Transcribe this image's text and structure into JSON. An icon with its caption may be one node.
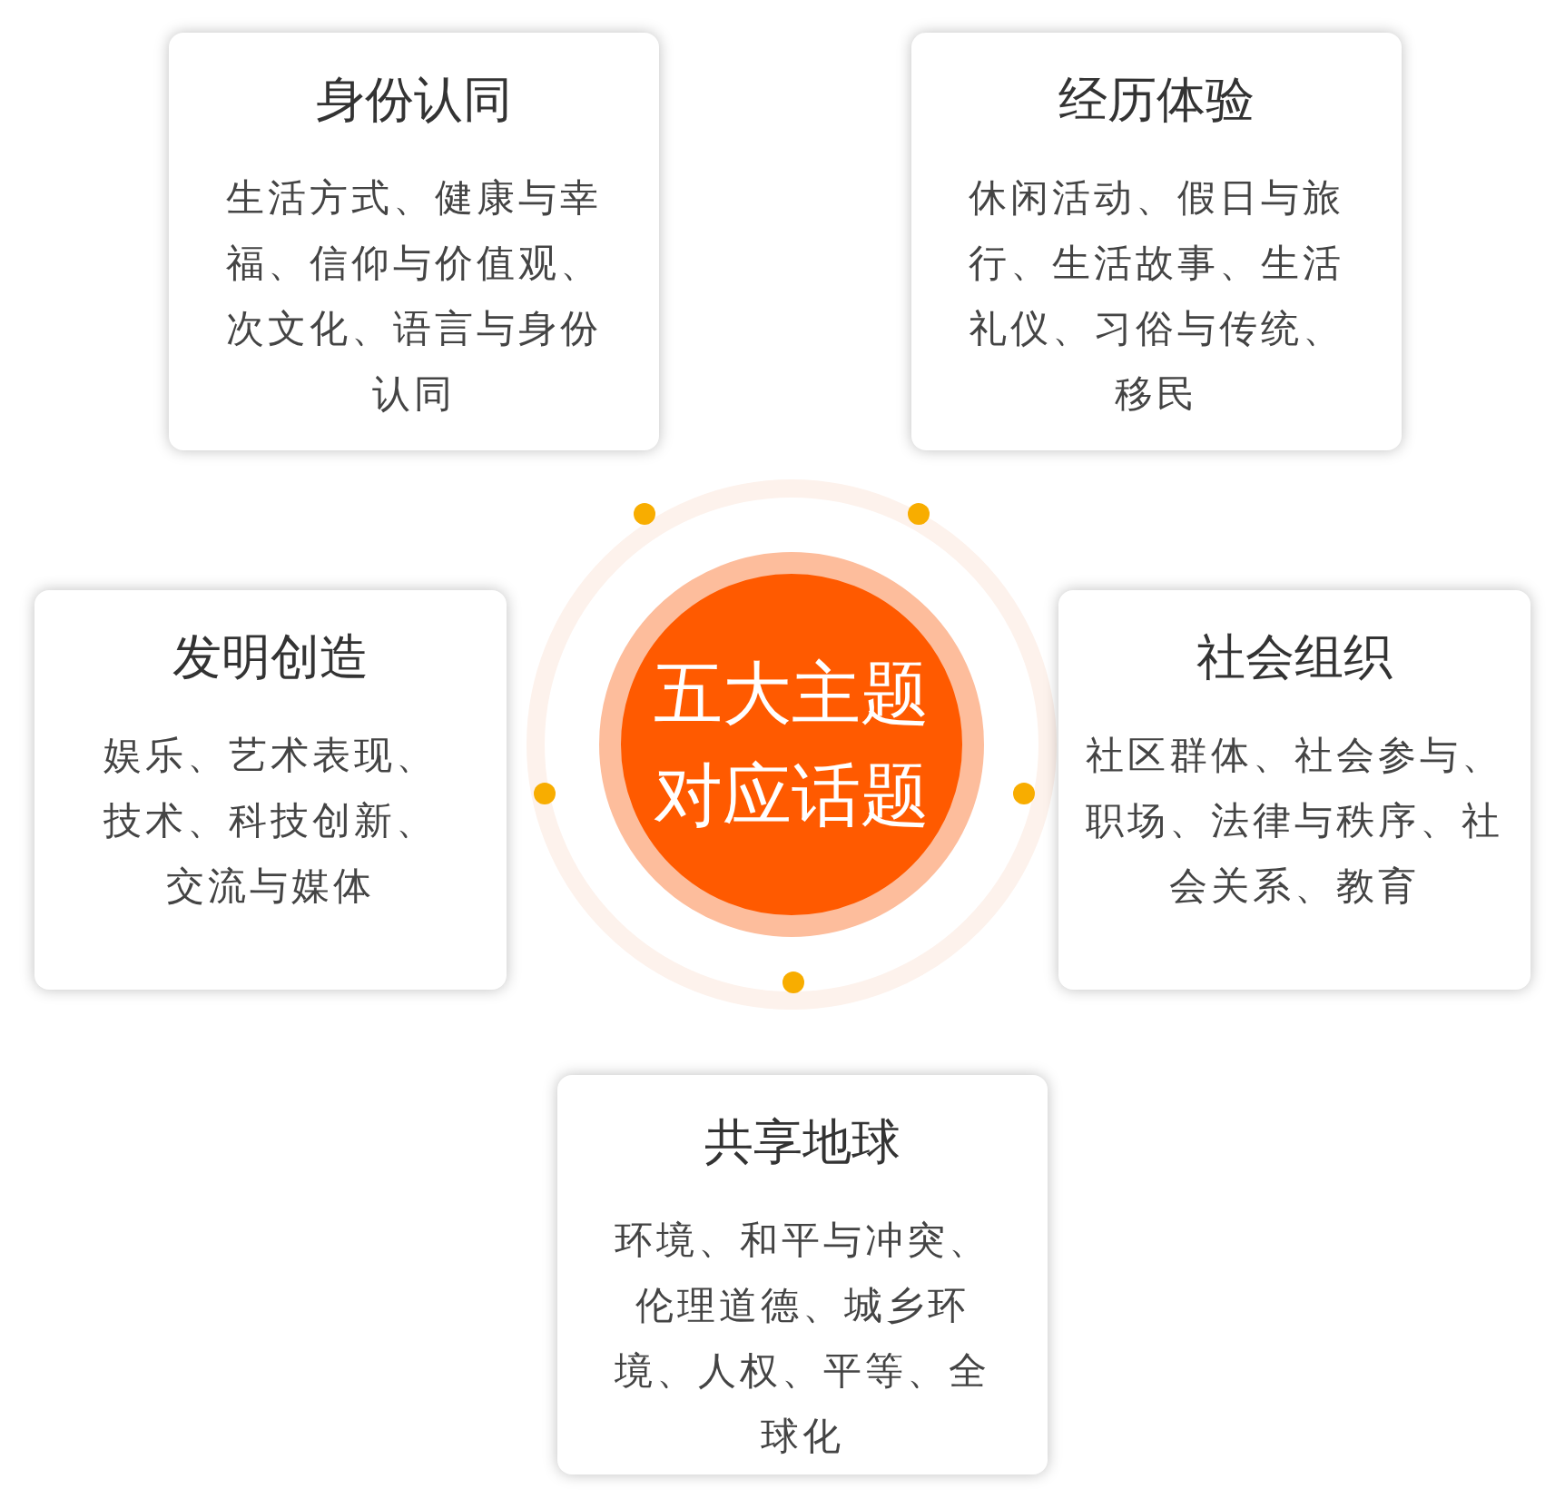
{
  "diagram": {
    "nodes": [
      {
        "text": [
          "五大主题对应话题"
        ]
      },
      {
        "text": [
          "身份认同",
          "生活方式、健康与幸福、信仰与价值观、次文化、语言与身份认同"
        ]
      },
      {
        "text": [
          "经历体验",
          "休闲活动、假日与旅行、生活故事、生活礼仪、习俗与传统、移民"
        ]
      },
      {
        "text": [
          "发明创造",
          "娱乐、艺术表现、技术、科技创新、交流与媒体"
        ]
      },
      {
        "text": [
          "社会组织",
          "社区群体、社会参与、职场、法律与秩序、社会关系、教育"
        ]
      },
      {
        "text": [
          "共享地球",
          "环境、和平与冲突、伦理道德、城乡环境、人权、平等、全球化"
        ]
      }
    ]
  }
}
